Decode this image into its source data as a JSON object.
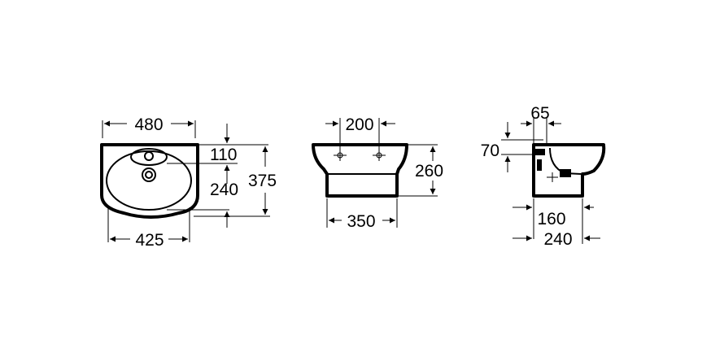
{
  "views": {
    "top": {
      "width_total": "480",
      "width_bowl": "425",
      "tap_offset": "110",
      "drain_offset": "240",
      "depth": "375"
    },
    "front": {
      "width_top": "200",
      "width_bottom": "350",
      "height": "260"
    },
    "side": {
      "top_offset": "65",
      "height_offset": "70",
      "inner_depth": "160",
      "total_depth": "240"
    }
  }
}
